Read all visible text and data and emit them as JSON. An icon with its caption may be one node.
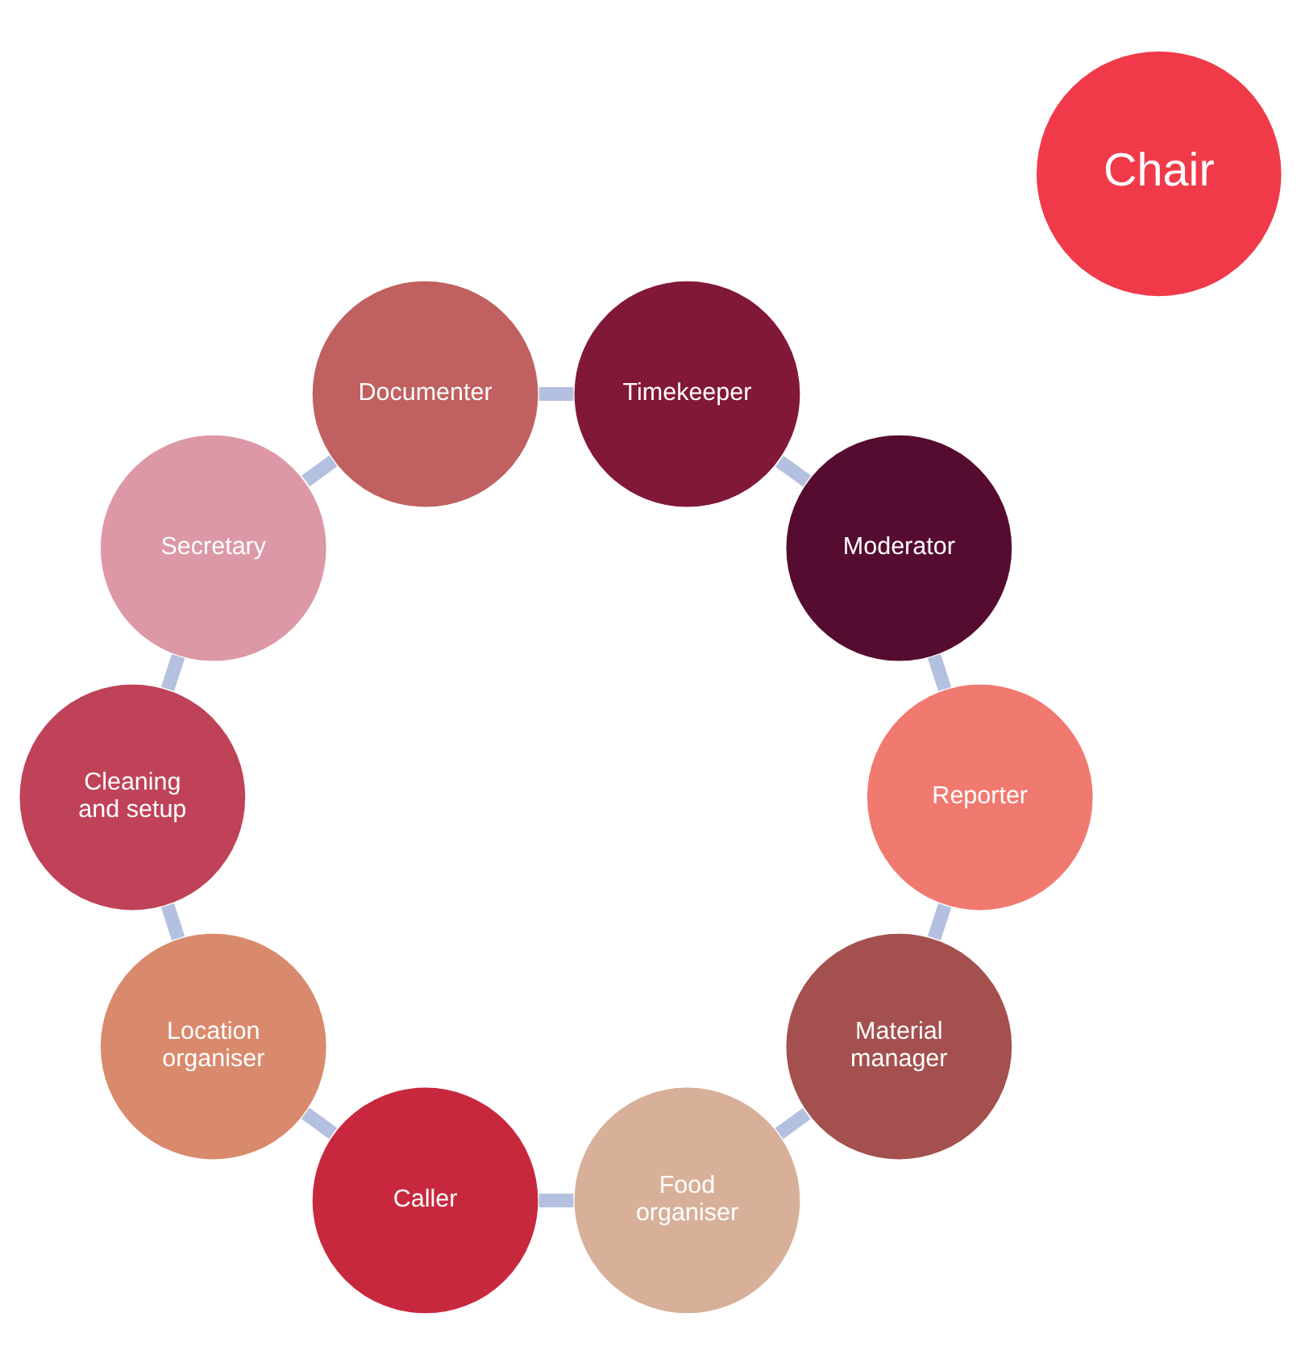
{
  "diagram": {
    "nodes": [
      {
        "text": [
          "Material manager"
        ]
      },
      {
        "text": [
          "Food organiser"
        ]
      },
      {
        "text": [
          "Caller"
        ]
      },
      {
        "text": [
          "Location organiser"
        ]
      },
      {
        "text": [
          "Cleaning and setup"
        ]
      },
      {
        "text": [
          "Secretary"
        ]
      },
      {
        "text": [
          "Documenter"
        ]
      },
      {
        "text": [
          "Timekeeper"
        ]
      },
      {
        "text": [
          "Moderator"
        ]
      },
      {
        "text": [
          "Reporter"
        ]
      },
      {
        "text": [
          "Chair"
        ]
      }
    ],
    "edges": [
      {
        "from": 0,
        "to": 1,
        "arrow": "none"
      },
      {
        "from": 1,
        "to": 2,
        "arrow": "none"
      },
      {
        "from": 2,
        "to": 3,
        "arrow": "none"
      },
      {
        "from": 3,
        "to": 4,
        "arrow": "none"
      },
      {
        "from": 4,
        "to": 5,
        "arrow": "none"
      },
      {
        "from": 5,
        "to": 6,
        "arrow": "none"
      },
      {
        "from": 6,
        "to": 7,
        "arrow": "none"
      },
      {
        "from": 7,
        "to": 8,
        "arrow": "none"
      },
      {
        "from": 8,
        "to": 9,
        "arrow": "none"
      },
      {
        "from": 9,
        "to": 0,
        "arrow": "none"
      }
    ]
  }
}
